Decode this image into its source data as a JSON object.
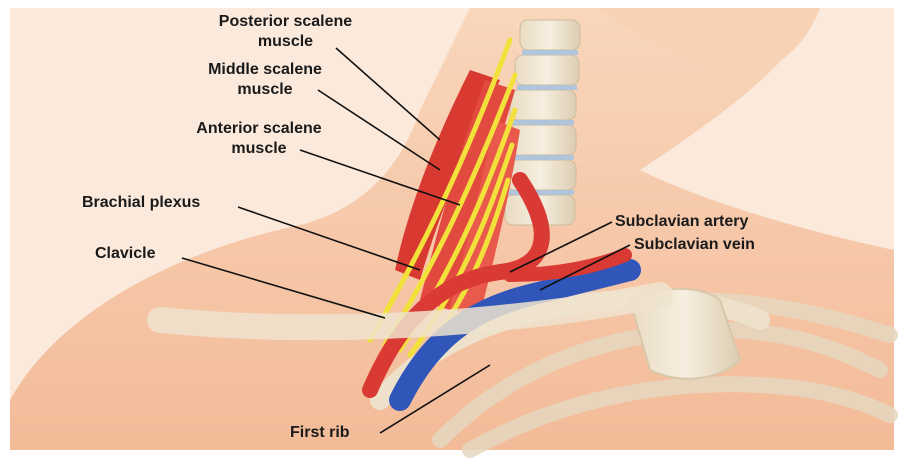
{
  "labels": {
    "posterior_scalene": [
      "Posterior scalene",
      "muscle"
    ],
    "middle_scalene": [
      "Middle scalene",
      "muscle"
    ],
    "anterior_scalene": [
      "Anterior scalene",
      "muscle"
    ],
    "brachial_plexus": "Brachial plexus",
    "clavicle": "Clavicle",
    "subclavian_artery": "Subclavian artery",
    "subclavian_vein": "Subclavian vein",
    "first_rib": "First rib"
  },
  "colors": {
    "skin": "#f6c9a7",
    "muscle": "#e0443a",
    "nerve": "#f2e13a",
    "artery": "#d93a33",
    "vein": "#2f56b8",
    "bone": "#efe3cf"
  }
}
